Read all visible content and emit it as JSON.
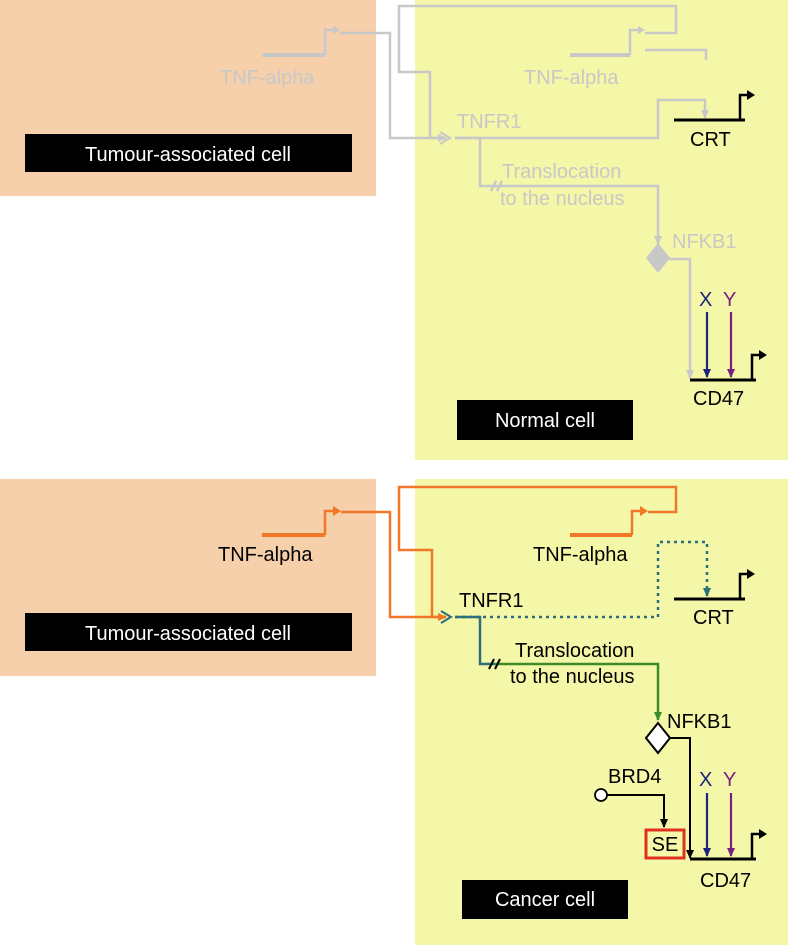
{
  "colors": {
    "tumour_bg": "#f6cfab",
    "cell_bg": "#f4f7a8",
    "faded": "#c8c8c8",
    "active_orange": "#f07828",
    "teal_dotted": "#2a6f7a",
    "green": "#3c8c2a",
    "x_arrow": "#1a237e",
    "y_arrow": "#7b1f7f",
    "label_box_bg": "#000000",
    "label_box_text": "#ffffff",
    "se_border": "#e03020"
  },
  "panels": {
    "top": {
      "tumour_label": "Tumour-associated cell",
      "cell_label": "Normal cell",
      "tnf_left": "TNF-alpha",
      "tnf_right": "TNF-alpha",
      "tnfr1": "TNFR1",
      "translocation_line1": "Translocation",
      "translocation_line2": "to the nucleus",
      "crt": "CRT",
      "nfkb1": "NFKB1",
      "x": "X",
      "y": "Y",
      "cd47": "CD47"
    },
    "bottom": {
      "tumour_label": "Tumour-associated cell",
      "cell_label": "Cancer cell",
      "tnf_left": "TNF-alpha",
      "tnf_right": "TNF-alpha",
      "tnfr1": "TNFR1",
      "translocation_line1": "Translocation",
      "translocation_line2": "to the nucleus",
      "crt": "CRT",
      "nfkb1": "NFKB1",
      "brd4": "BRD4",
      "se": "SE",
      "x": "X",
      "y": "Y",
      "cd47": "CD47"
    }
  }
}
